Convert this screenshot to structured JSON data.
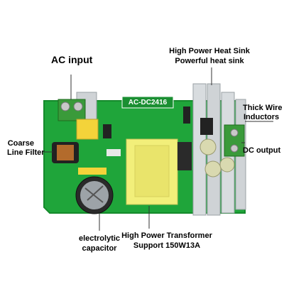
{
  "board_marking": "AC-DC2416",
  "callouts": {
    "ac_input": "AC input",
    "heat_sink_line1": "High Power Heat Sink",
    "heat_sink_line2": "Powerful heat sink",
    "thick_wire_line1": "Thick Wire",
    "thick_wire_line2": "Inductors",
    "coarse_filter_line1": "Coarse",
    "coarse_filter_line2": "Line Filter",
    "dc_output": "DC output",
    "electrolytic_line1": "electrolytic",
    "electrolytic_line2": "capacitor",
    "transformer_line1": "High Power Transformer",
    "transformer_line2": "Support 150W13A"
  },
  "colors": {
    "pcb": "#1fa53a",
    "pcb_dark": "#158a2c",
    "heatsink": "#cfd3d6",
    "transformer": "#f2ef7a",
    "terminal": "#3a9a3a",
    "capacitor": "#2a2a2a"
  }
}
